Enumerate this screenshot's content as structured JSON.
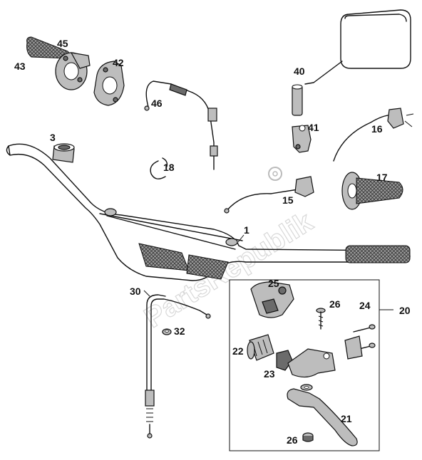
{
  "watermark": "PartsRepublik",
  "labels": {
    "p1": "1",
    "p3": "3",
    "p15": "15",
    "p16": "16",
    "p17": "17",
    "p18": "18",
    "p20": "20",
    "p21": "21",
    "p22": "22",
    "p23": "23",
    "p24": "24",
    "p25": "25",
    "p26a": "26",
    "p26b": "26",
    "p30": "30",
    "p32": "32",
    "p40": "40",
    "p41": "41",
    "p42": "42",
    "p43": "43",
    "p45": "45",
    "p46": "46"
  }
}
